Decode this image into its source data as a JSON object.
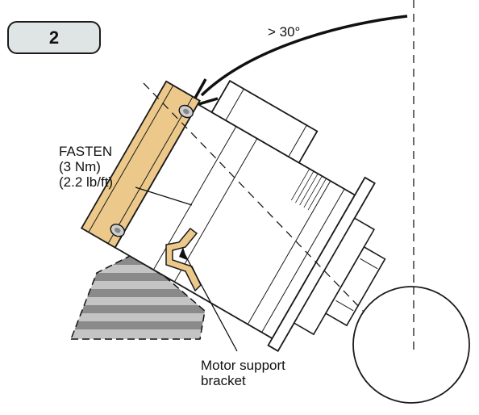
{
  "step": {
    "number": "2"
  },
  "angle_label": "> 30°",
  "fasten": {
    "line1": "FASTEN",
    "line2": "(3 Nm)",
    "line3": "(2.2 lb/ft)"
  },
  "bracket_label": {
    "line1": "Motor support",
    "line2": "bracket"
  },
  "colors": {
    "bracket_fill": "#ecc98a",
    "ground_stripe_dark": "#8a8a8a",
    "ground_stripe_light": "#c4c4c4",
    "line": "#1a1a1a",
    "badge_fill": "#dfe5e5"
  }
}
